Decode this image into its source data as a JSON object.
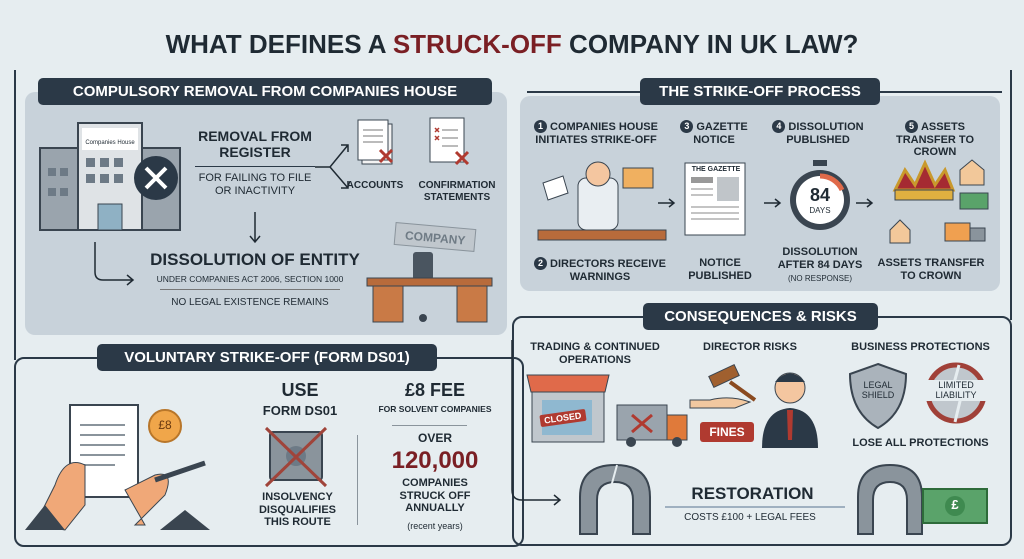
{
  "title": {
    "part1": "WHAT DEFINES A ",
    "highlight": "STRUCK-OFF",
    "part2": " COMPANY IN UK LAW?"
  },
  "colors": {
    "header": "#2b3947",
    "accent_red": "#7a1f24",
    "panel": "#c8d2da",
    "background": "#e6edf0"
  },
  "compulsory": {
    "header": "COMPULSORY REMOVAL FROM COMPANIES HOUSE",
    "building_sign": "Companies House",
    "removal_title": "REMOVAL FROM REGISTER",
    "removal_reason": "FOR FAILING TO FILE OR INACTIVITY",
    "accounts": "ACCOUNTS",
    "confirmation": "CONFIRMATION STATEMENTS",
    "dissolution_title": "DISSOLUTION OF ENTITY",
    "dissolution_law": "UNDER COMPANIES ACT 2006, SECTION 1000",
    "dissolution_note": "NO LEGAL EXISTENCE REMAINS",
    "company_sign": "COMPANY"
  },
  "process": {
    "header": "THE STRIKE-OFF PROCESS",
    "steps": [
      {
        "num": "1",
        "label": "COMPANIES HOUSE INITIATES STRIKE-OFF"
      },
      {
        "num": "3",
        "label": "GAZETTE NOTICE"
      },
      {
        "num": "4",
        "label": "DISSOLUTION PUBLISHED"
      },
      {
        "num": "5",
        "label": "ASSETS TRANSFER TO CROWN"
      }
    ],
    "captions": [
      {
        "num": "2",
        "label": "DIRECTORS RECEIVE WARNINGS"
      },
      {
        "label": "NOTICE PUBLISHED"
      },
      {
        "label": "DISSOLUTION AFTER 84 DAYS",
        "sub": "(NO RESPONSE)"
      },
      {
        "label": "ASSETS TRANSFER TO CROWN"
      }
    ],
    "gazette": "THE GAZETTE",
    "timer_number": "84",
    "timer_unit": "DAYS"
  },
  "voluntary": {
    "header": "VOLUNTARY STRIKE-OFF (FORM DS01)",
    "coin": "£8",
    "use": "USE",
    "form": "FORM DS01",
    "insolvency": "INSOLVENCY DISQUALIFIES THIS ROUTE",
    "fee": "£8 FEE",
    "fee_note": "FOR SOLVENT COMPANIES",
    "over": "OVER",
    "count": "120,000",
    "count_label": "COMPANIES STRUCK OFF ANNUALLY",
    "count_note": "(recent years)"
  },
  "consequences": {
    "header": "CONSEQUENCES & RISKS",
    "trading": "TRADING & CONTINUED OPERATIONS",
    "closed": "CLOSED",
    "director": "DIRECTOR RISKS",
    "fines": "FINES",
    "business": "BUSINESS PROTECTIONS",
    "shield": "LEGAL SHIELD",
    "liability": "LIMITED LIABILITY",
    "lose": "LOSE ALL PROTECTIONS",
    "restoration": "RESTORATION",
    "restoration_cost": "COSTS £100 + LEGAL FEES",
    "pound": "£"
  }
}
